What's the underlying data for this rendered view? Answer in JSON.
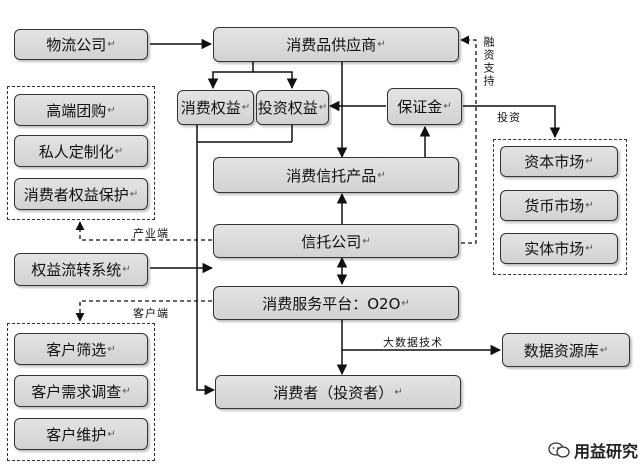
{
  "nodes": {
    "logistics": "物流公司",
    "supplier": "消费品供应商",
    "consumer_rights": "消费权益",
    "investment_rights": "投资权益",
    "margin": "保证金",
    "trust_product": "消费信托产品",
    "trust_company": "信托公司",
    "platform": "消费服务平台：O2O",
    "consumer": "消费者（投资者）",
    "rights_transfer": "权益流转系统",
    "big_data_db": "数据资源库"
  },
  "industry_group": [
    "高端团购",
    "私人定制化",
    "消费者权益保护"
  ],
  "customer_group": [
    "客户筛选",
    "客户需求调查",
    "客户维护"
  ],
  "market_group": [
    "资本市场",
    "货币市场",
    "实体市场"
  ],
  "edge_labels": {
    "financing_support": "融资支持",
    "investment": "投资",
    "industry_side": "产业端",
    "customer_side": "客户端",
    "big_data_tech": "大数据技术"
  },
  "watermark": "用益研究"
}
